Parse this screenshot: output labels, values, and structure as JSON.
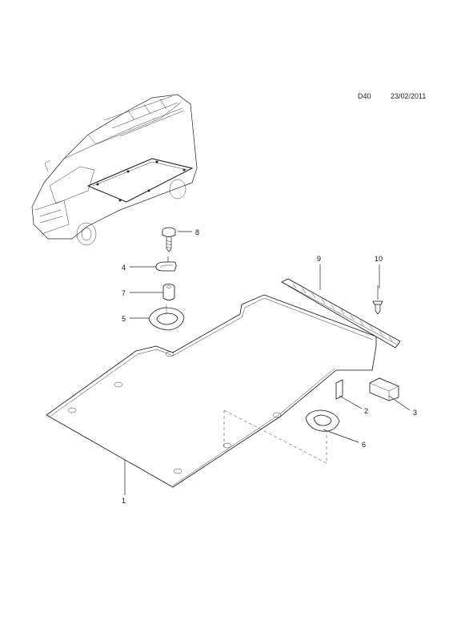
{
  "header": {
    "code": "D40",
    "date": "23/02/2011"
  },
  "callouts": [
    {
      "id": "1",
      "label": "1"
    },
    {
      "id": "2",
      "label": "2"
    },
    {
      "id": "3",
      "label": "3"
    },
    {
      "id": "4",
      "label": "4"
    },
    {
      "id": "5",
      "label": "5"
    },
    {
      "id": "6",
      "label": "6"
    },
    {
      "id": "7",
      "label": "7"
    },
    {
      "id": "8",
      "label": "8"
    },
    {
      "id": "9",
      "label": "9"
    },
    {
      "id": "10",
      "label": "10"
    }
  ]
}
